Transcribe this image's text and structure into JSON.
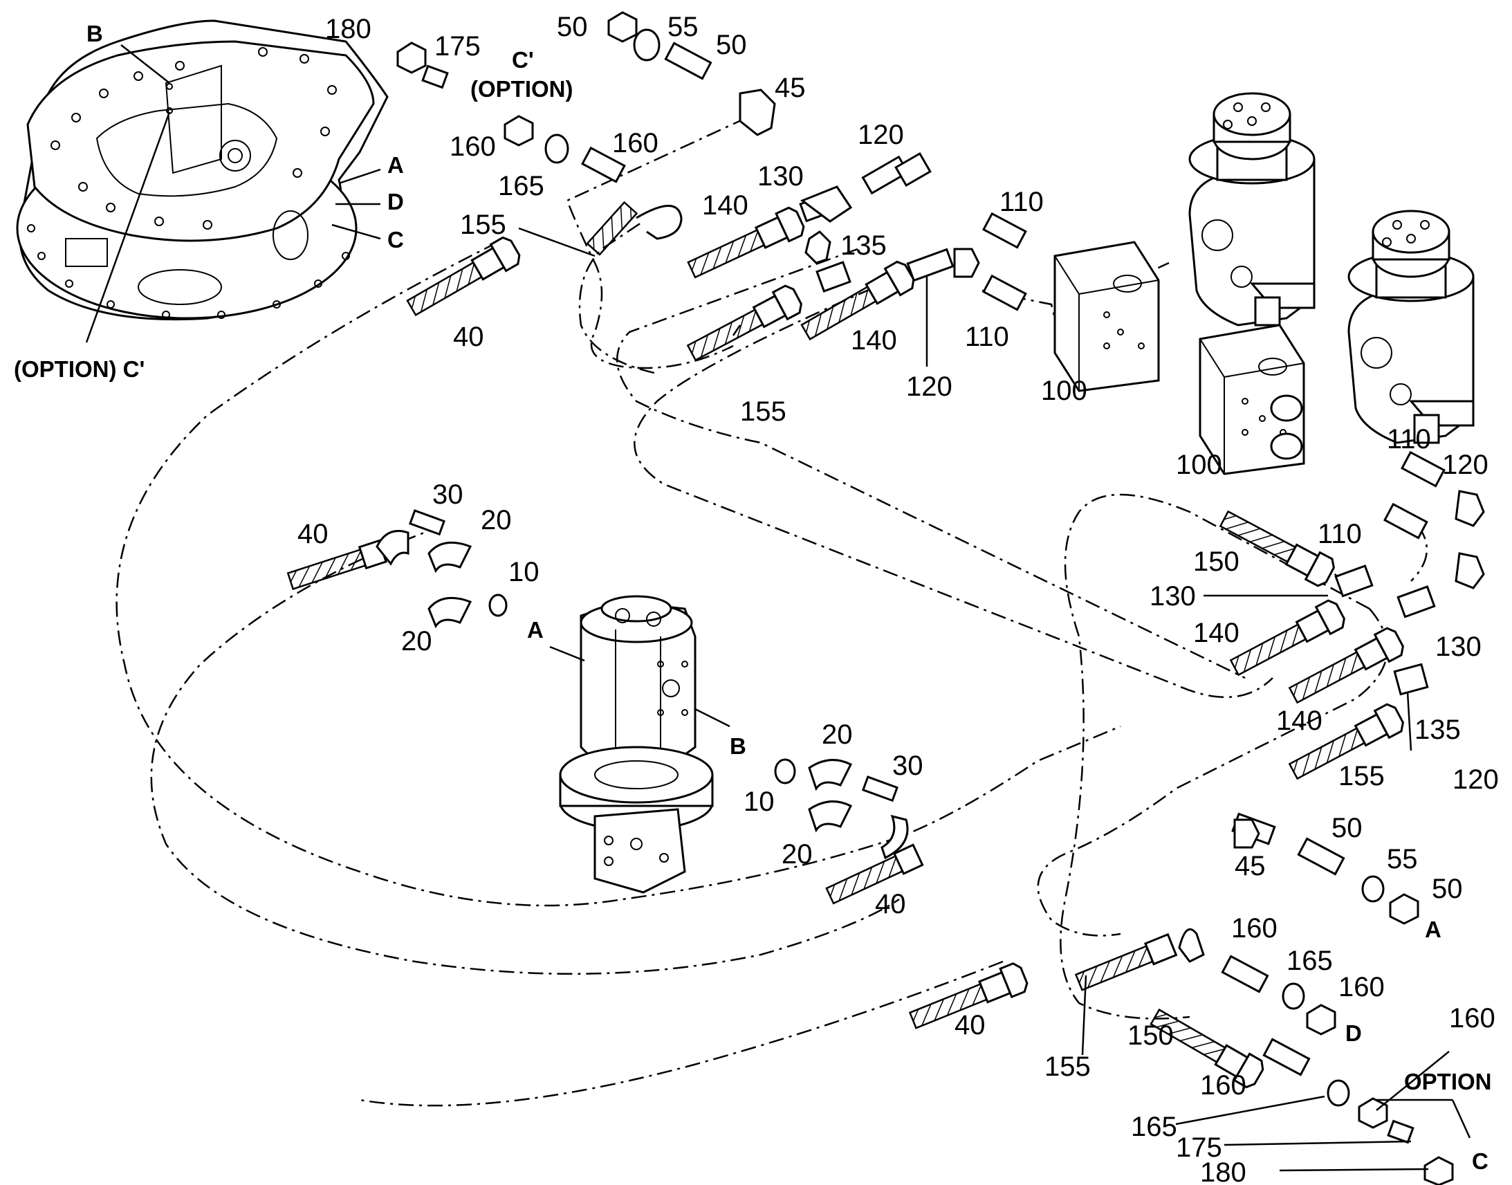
{
  "labels": {
    "b_top": "B",
    "a_side": "A",
    "d_side": "D",
    "c_side": "C",
    "option_c": "(OPTION) C'",
    "c_prime": "C'",
    "option_paren": "(OPTION)",
    "n180_top": "180",
    "n175_top": "175",
    "n50_top_a": "50",
    "n55_top": "55",
    "n50_top_b": "50",
    "n45_top": "45",
    "n160_top_a": "160",
    "n160_top_b": "160",
    "n165_top": "165",
    "n155_top": "155",
    "n40_top": "40",
    "n120_top": "120",
    "n130_top": "130",
    "n140_top": "140",
    "n135_top": "135",
    "n110_top": "110",
    "n140_mid": "140",
    "n120_mid": "120",
    "n110_mid": "110",
    "n155_mid": "155",
    "n100_left": "100",
    "n100_right": "100",
    "n110_r1": "110",
    "n120_r1": "120",
    "n110_r2": "110",
    "n150_r": "150",
    "n130_r": "130",
    "n140_r": "140",
    "n130_r2": "130",
    "n140_r2": "140",
    "n135_r": "135",
    "n155_r": "155",
    "n120_r2": "120",
    "n40_left": "40",
    "n30_left": "30",
    "n20_left_a": "20",
    "n10_left": "10",
    "a_joint": "A",
    "n20_left_b": "20",
    "b_joint": "B",
    "n20_right_a": "20",
    "n30_right": "30",
    "n10_right": "10",
    "n20_right_b": "20",
    "n40_right": "40",
    "n50_br": "50",
    "n45_br": "45",
    "n55_br": "55",
    "n50_br2": "50",
    "a_br": "A",
    "n160_br": "160",
    "n165_br": "165",
    "n160_br2": "160",
    "d_br": "D",
    "n40_bottom": "40",
    "n155_bottom": "155",
    "n150_bottom": "150",
    "n160_bottom": "160",
    "n160_bottom2": "160",
    "option_br": "OPTION",
    "n165_bottom": "165",
    "n175_bottom": "175",
    "c_br": "C",
    "n180_bottom": "180"
  }
}
